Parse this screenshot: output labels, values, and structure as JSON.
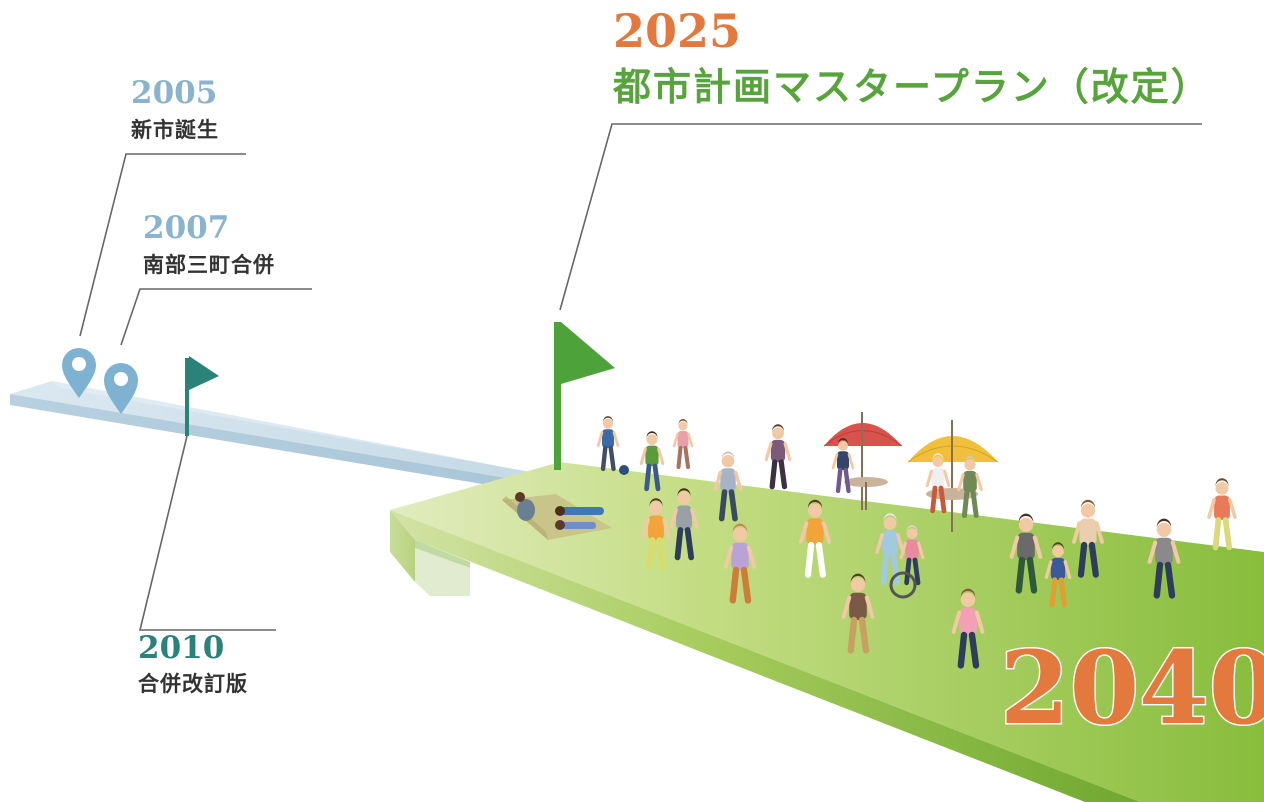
{
  "colors": {
    "blue_year": "#8bb3cd",
    "teal": "#2a8279",
    "orange": "#e3793d",
    "green": "#58a43c",
    "text": "#333333",
    "road_past": "#c7dbe7",
    "platform": "#9cc74e"
  },
  "milestones": [
    {
      "year": "2005",
      "label": "新市誕生",
      "marker": "map-pin-icon"
    },
    {
      "year": "2007",
      "label": "南部三町合併",
      "marker": "map-pin-icon"
    },
    {
      "year": "2010",
      "label": "合併改訂版",
      "marker": "flag-icon"
    }
  ],
  "current": {
    "year": "2025",
    "label": "都市計画マスタープラン（改定）",
    "marker": "flag-icon"
  },
  "target_year": "2040"
}
